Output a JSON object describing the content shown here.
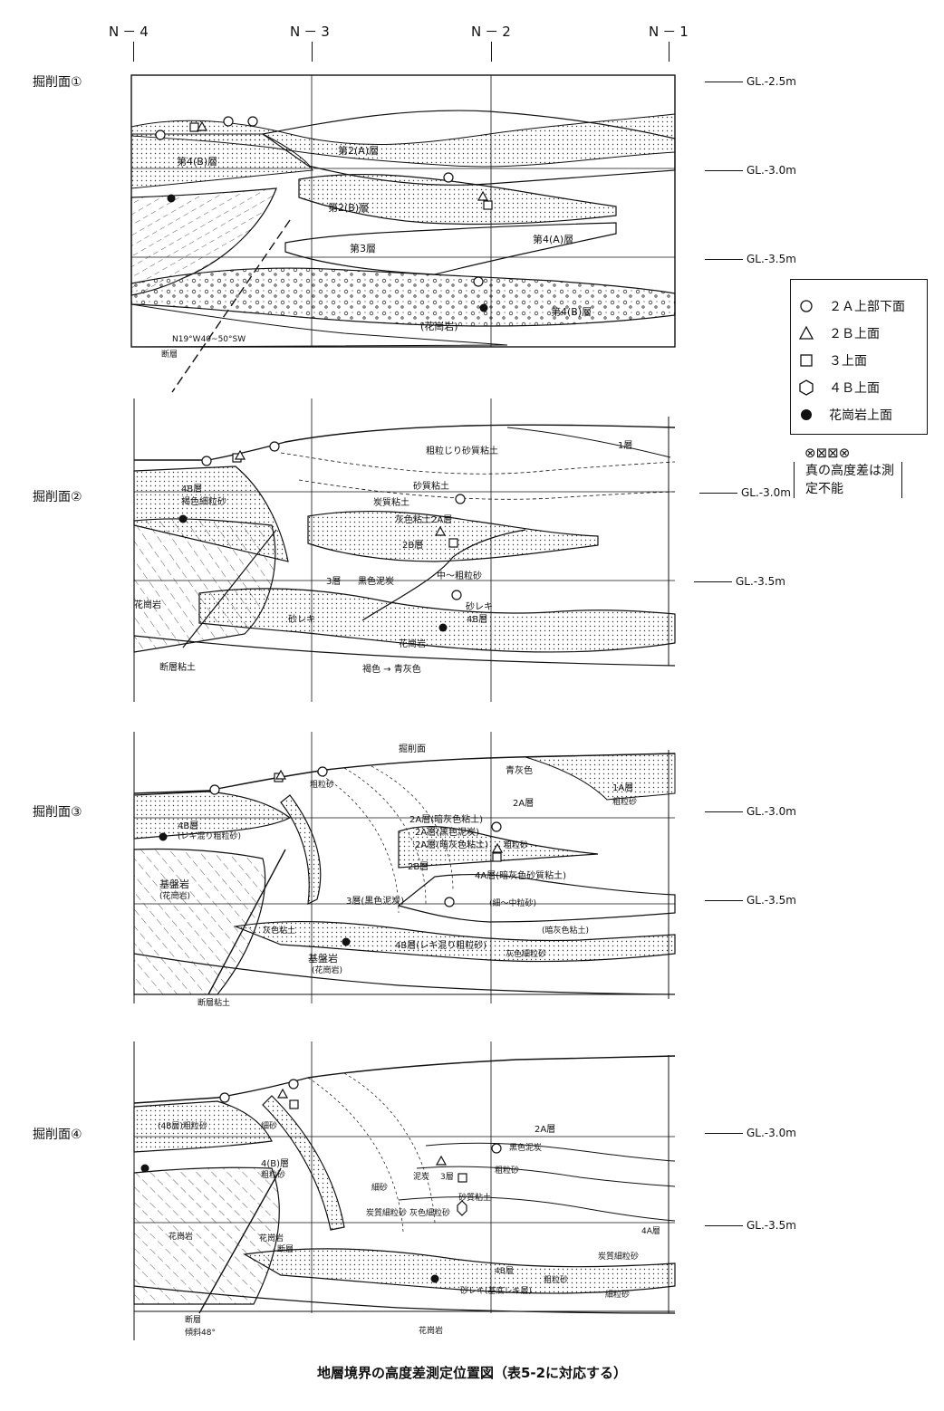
{
  "columns": [
    "N－4",
    "N－3",
    "N－2",
    "N－1"
  ],
  "sections": [
    {
      "label": "掘削面①",
      "gl": [
        "GL.-2.5m",
        "GL.-3.0m",
        "GL.-3.5m"
      ],
      "annotations": [
        "第2(A)層",
        "第4(B)層",
        "第2(B)層",
        "第3層",
        "第4(A)層",
        "第4(B)層",
        "(花崗岩)",
        "断層",
        "N19°W40~50°SW"
      ]
    },
    {
      "label": "掘削面②",
      "gl": [
        "GL.-3.0m",
        "GL.-3.5m"
      ],
      "annotations": [
        "粗粒じり砂質粘土",
        "1層",
        "砂質粘土",
        "炭質粘土",
        "灰色粘土2A層",
        "4B層",
        "褐色細粒砂",
        "2B層",
        "中～粗粒砂",
        "3層",
        "黒色泥炭",
        "花崗岩",
        "砂レキ",
        "砂レキ",
        "4B層",
        "花崗岩",
        "断層粘土",
        "褐色 → 青灰色"
      ]
    },
    {
      "label": "掘削面③",
      "gl": [
        "GL.-3.0m",
        "GL.-3.5m"
      ],
      "annotations": [
        "掘削面",
        "青灰色",
        "1A層",
        "粗粒砂",
        "2A層",
        "粗粒砂",
        "2A層(暗灰色粘土)",
        "2A層(黒色泥炭)",
        "2A層(暗灰色粘土)",
        "粗粒砂",
        "2B層",
        "4A層(暗灰色砂質粘土)",
        "4B層",
        "(レキ混り粗粒砂)",
        "基盤岩",
        "(花崗岩)",
        "3層(黒色泥炭)",
        "(細～中粒砂)",
        "灰色粘土",
        "(暗灰色粘土)",
        "4B層(レキ混り粗粒砂)",
        "灰色細粒砂",
        "基盤岩",
        "(花崗岩)",
        "断層粘土"
      ]
    },
    {
      "label": "掘削面④",
      "gl": [
        "GL.-3.0m",
        "GL.-3.5m"
      ],
      "annotations": [
        "(4B層)粗粒砂",
        "細砂",
        "2A層",
        "4(B)層",
        "粗粒砂",
        "黒色泥炭",
        "泥炭",
        "3層",
        "粗粒砂",
        "細砂",
        "炭質細粒砂",
        "灰色細粒砂",
        "砂質粘土",
        "4A層",
        "花崗岩",
        "花崗岩",
        "断層",
        "炭質細粒砂",
        "4B層",
        "粗粒砂",
        "砂レキ(基底レキ層)",
        "細粒砂",
        "花崗岩",
        "断層",
        "傾斜48°"
      ]
    }
  ],
  "legend": [
    {
      "symbol": "circle-icon",
      "label": "２Ａ上部下面"
    },
    {
      "symbol": "triangle-icon",
      "label": "２Ｂ上面"
    },
    {
      "symbol": "square-icon",
      "label": "３上面"
    },
    {
      "symbol": "hexagon-icon",
      "label": "４Ｂ上面"
    },
    {
      "symbol": "filled-circle-icon",
      "label": "花崗岩上面"
    }
  ],
  "note": {
    "symbols": "⊗⊠⊠⊗",
    "text": "真の高度差は測定不能"
  },
  "caption": "地層境界の高度差測定位置図（表5-2に対応する）"
}
